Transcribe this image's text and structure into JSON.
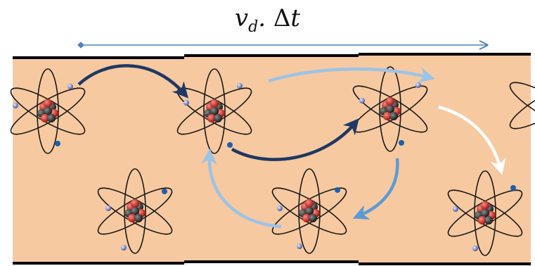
{
  "label": {
    "v": "v",
    "sub": "d",
    "rest": ". ",
    "delta": "Δ",
    "t": "t"
  },
  "colors": {
    "background": "#f7c9a0",
    "bar": "#000000",
    "scale_arrow": "#4f81bd",
    "path_dark": "#1f3864",
    "path_light": "#9dc3e6",
    "path_mid": "#5b9bd5",
    "path_white": "#ffffff"
  },
  "atoms": [
    {
      "id": "atom-1"
    },
    {
      "id": "atom-2"
    },
    {
      "id": "atom-3"
    },
    {
      "id": "atom-4"
    },
    {
      "id": "atom-5"
    },
    {
      "id": "atom-6"
    },
    {
      "id": "atom-7"
    }
  ],
  "electron_path": [
    "dark",
    "light",
    "white",
    "mid",
    "light",
    "dark"
  ]
}
